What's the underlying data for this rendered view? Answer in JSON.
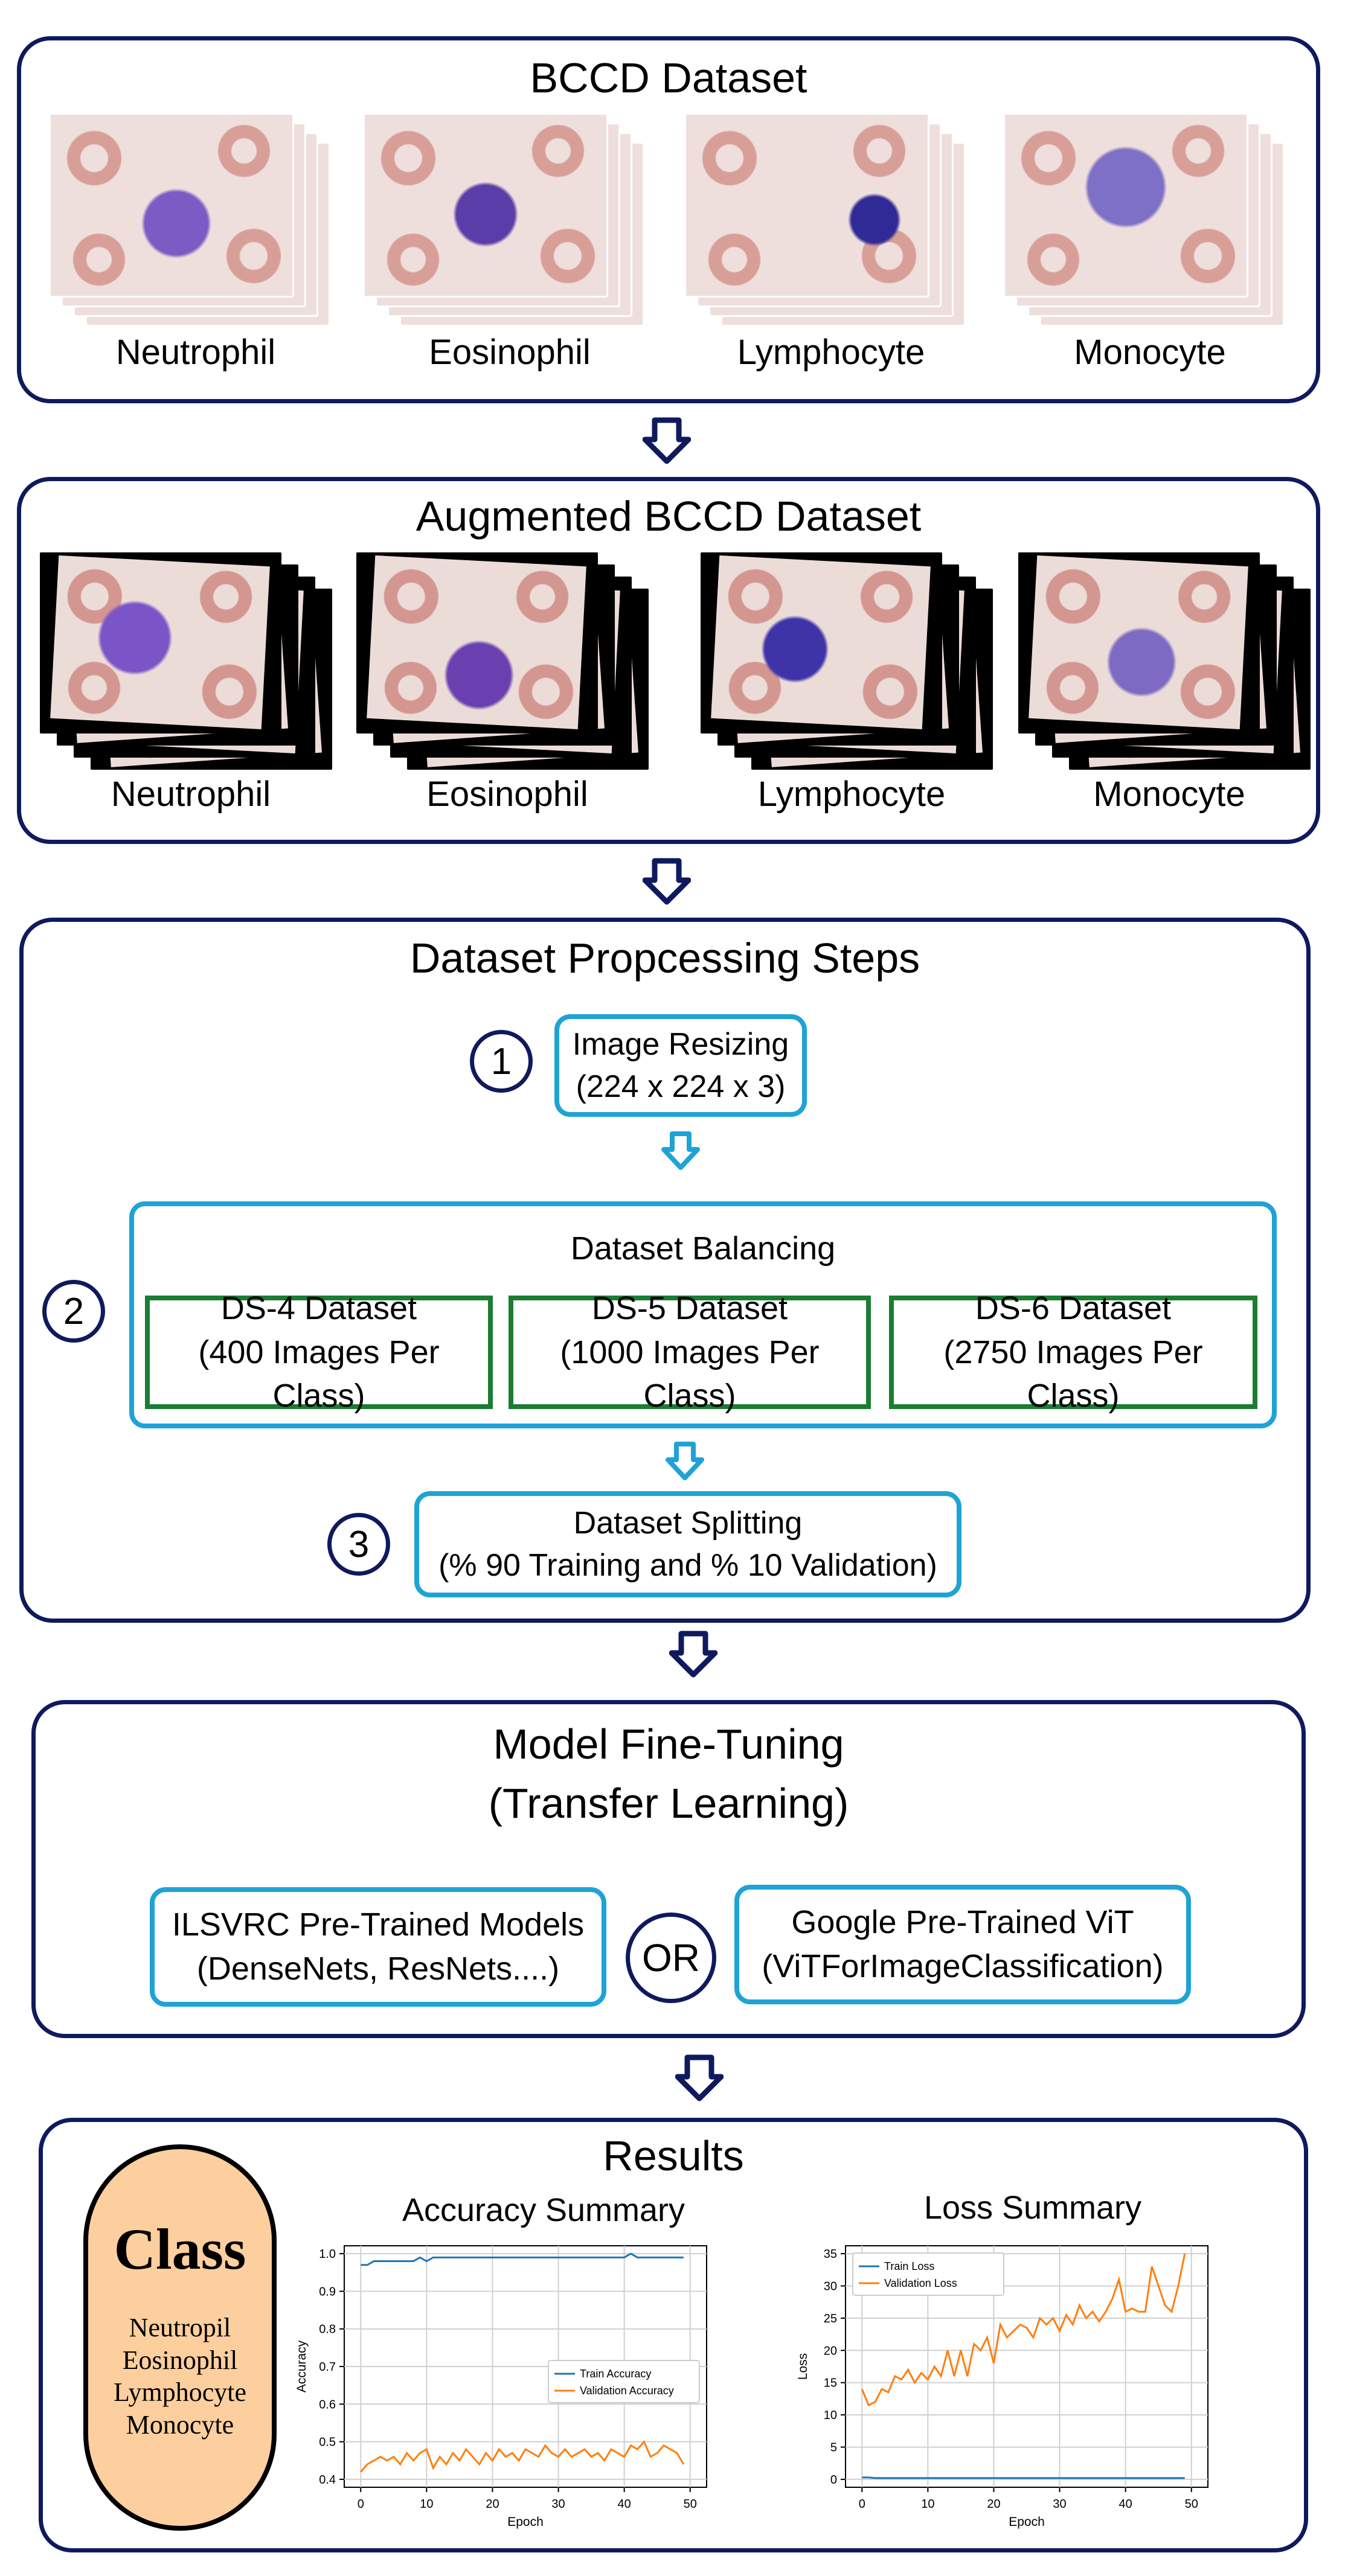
{
  "panel1": {
    "title": "BCCD Dataset",
    "cells": [
      {
        "label": "Neutrophil",
        "bg": "#e7c9c4",
        "nucleus": "#6a4bb4"
      },
      {
        "label": "Eosinophil",
        "bg": "#e9cfc8",
        "nucleus": "#6a3fa8"
      },
      {
        "label": "Lymphocyte",
        "bg": "#e6cfca",
        "nucleus": "#3a2e9a"
      },
      {
        "label": "Monocyte",
        "bg": "#e4ccc8",
        "nucleus": "#7b6bc0"
      }
    ]
  },
  "panel2": {
    "title": "Augmented BCCD Dataset",
    "cells": [
      {
        "label": "Neutrophil"
      },
      {
        "label": "Eosinophil"
      },
      {
        "label": "Lymphocyte"
      },
      {
        "label": "Monocyte"
      }
    ]
  },
  "panel3": {
    "title": "Dataset Propcessing Steps",
    "step1": {
      "num": "1",
      "line1": "Image Resizing",
      "line2": "(224 x 224 x 3)"
    },
    "step2": {
      "num": "2",
      "title": "Dataset Balancing",
      "datasets": [
        {
          "name": "DS-4 Dataset",
          "desc": "(400 Images Per Class)"
        },
        {
          "name": "DS-5 Dataset",
          "desc": "(1000 Images Per Class)"
        },
        {
          "name": "DS-6 Dataset",
          "desc": "(2750 Images Per Class)"
        }
      ]
    },
    "step3": {
      "num": "3",
      "line1": "Dataset Splitting",
      "line2": "(% 90 Training and % 10 Validation)"
    }
  },
  "panel4": {
    "title1": "Model Fine-Tuning",
    "title2": "(Transfer Learning)",
    "left": {
      "line1": "ILSVRC Pre-Trained Models",
      "line2": "(DenseNets, ResNets....)"
    },
    "or": "OR",
    "right": {
      "line1": "Google Pre-Trained ViT",
      "line2": "(ViTForImageClassification)"
    }
  },
  "panel5": {
    "title": "Results",
    "class_box": {
      "title": "Class",
      "items": [
        "Neutropil",
        "Eosinophil",
        "Lymphocyte",
        "Monocyte"
      ]
    },
    "accuracy_title": "Accuracy Summary",
    "loss_title": "Loss Summary"
  },
  "colors": {
    "navy": "#0f1a5e",
    "blue": "#1fa3d6",
    "green": "#1b7d33",
    "peach": "#fdcf9e",
    "train": "#1f77b4",
    "val": "#ff7f0e"
  },
  "chart_data": [
    {
      "type": "line",
      "title": "",
      "xlabel": "Epoch",
      "ylabel": "Accuracy",
      "xlim": [
        0,
        50
      ],
      "ylim": [
        0.4,
        1.0
      ],
      "xticks": [
        0,
        10,
        20,
        30,
        40,
        50
      ],
      "yticks": [
        0.4,
        0.5,
        0.6,
        0.7,
        0.8,
        0.9,
        1.0
      ],
      "grid": true,
      "legend": "center-right",
      "series": [
        {
          "name": "Train Accuracy",
          "values": [
            0.97,
            0.97,
            0.98,
            0.98,
            0.98,
            0.98,
            0.98,
            0.98,
            0.98,
            0.99,
            0.98,
            0.99,
            0.99,
            0.99,
            0.99,
            0.99,
            0.99,
            0.99,
            0.99,
            0.99,
            0.99,
            0.99,
            0.99,
            0.99,
            0.99,
            0.99,
            0.99,
            0.99,
            0.99,
            0.99,
            0.99,
            0.99,
            0.99,
            0.99,
            0.99,
            0.99,
            0.99,
            0.99,
            0.99,
            0.99,
            0.99,
            1.0,
            0.99,
            0.99,
            0.99,
            0.99,
            0.99,
            0.99,
            0.99,
            0.99
          ]
        },
        {
          "name": "Validation Accuracy",
          "values": [
            0.42,
            0.44,
            0.45,
            0.46,
            0.45,
            0.46,
            0.44,
            0.47,
            0.45,
            0.47,
            0.48,
            0.43,
            0.46,
            0.44,
            0.47,
            0.45,
            0.48,
            0.46,
            0.44,
            0.47,
            0.45,
            0.48,
            0.46,
            0.47,
            0.45,
            0.48,
            0.47,
            0.46,
            0.49,
            0.47,
            0.46,
            0.48,
            0.46,
            0.47,
            0.48,
            0.46,
            0.47,
            0.45,
            0.48,
            0.47,
            0.46,
            0.49,
            0.48,
            0.5,
            0.46,
            0.47,
            0.49,
            0.48,
            0.47,
            0.44
          ]
        }
      ]
    },
    {
      "type": "line",
      "title": "",
      "xlabel": "Epoch",
      "ylabel": "Loss",
      "xlim": [
        0,
        50
      ],
      "ylim": [
        0,
        35
      ],
      "xticks": [
        0,
        10,
        20,
        30,
        40,
        50
      ],
      "yticks": [
        0,
        5,
        10,
        15,
        20,
        25,
        30,
        35
      ],
      "grid": true,
      "legend": "top-left",
      "series": [
        {
          "name": "Train Loss",
          "values": [
            0.3,
            0.3,
            0.2,
            0.2,
            0.2,
            0.2,
            0.2,
            0.2,
            0.2,
            0.2,
            0.2,
            0.2,
            0.2,
            0.2,
            0.2,
            0.2,
            0.2,
            0.2,
            0.2,
            0.2,
            0.2,
            0.2,
            0.2,
            0.2,
            0.2,
            0.2,
            0.2,
            0.2,
            0.2,
            0.2,
            0.2,
            0.2,
            0.2,
            0.2,
            0.2,
            0.2,
            0.2,
            0.2,
            0.2,
            0.2,
            0.2,
            0.2,
            0.2,
            0.2,
            0.2,
            0.2,
            0.2,
            0.2,
            0.2,
            0.2
          ]
        },
        {
          "name": "Validation Loss",
          "values": [
            14,
            11.5,
            12,
            14,
            13.5,
            16,
            15.5,
            17,
            15,
            16.5,
            15.5,
            17.5,
            16,
            20,
            16,
            20,
            16,
            21,
            20,
            22,
            18,
            24,
            22,
            23,
            24,
            23.5,
            22,
            25,
            24,
            25,
            23,
            25.5,
            24,
            27,
            25,
            26,
            24.5,
            26,
            28,
            31,
            26,
            26.5,
            26,
            26,
            33,
            30,
            27,
            26,
            30,
            35
          ]
        }
      ]
    }
  ]
}
